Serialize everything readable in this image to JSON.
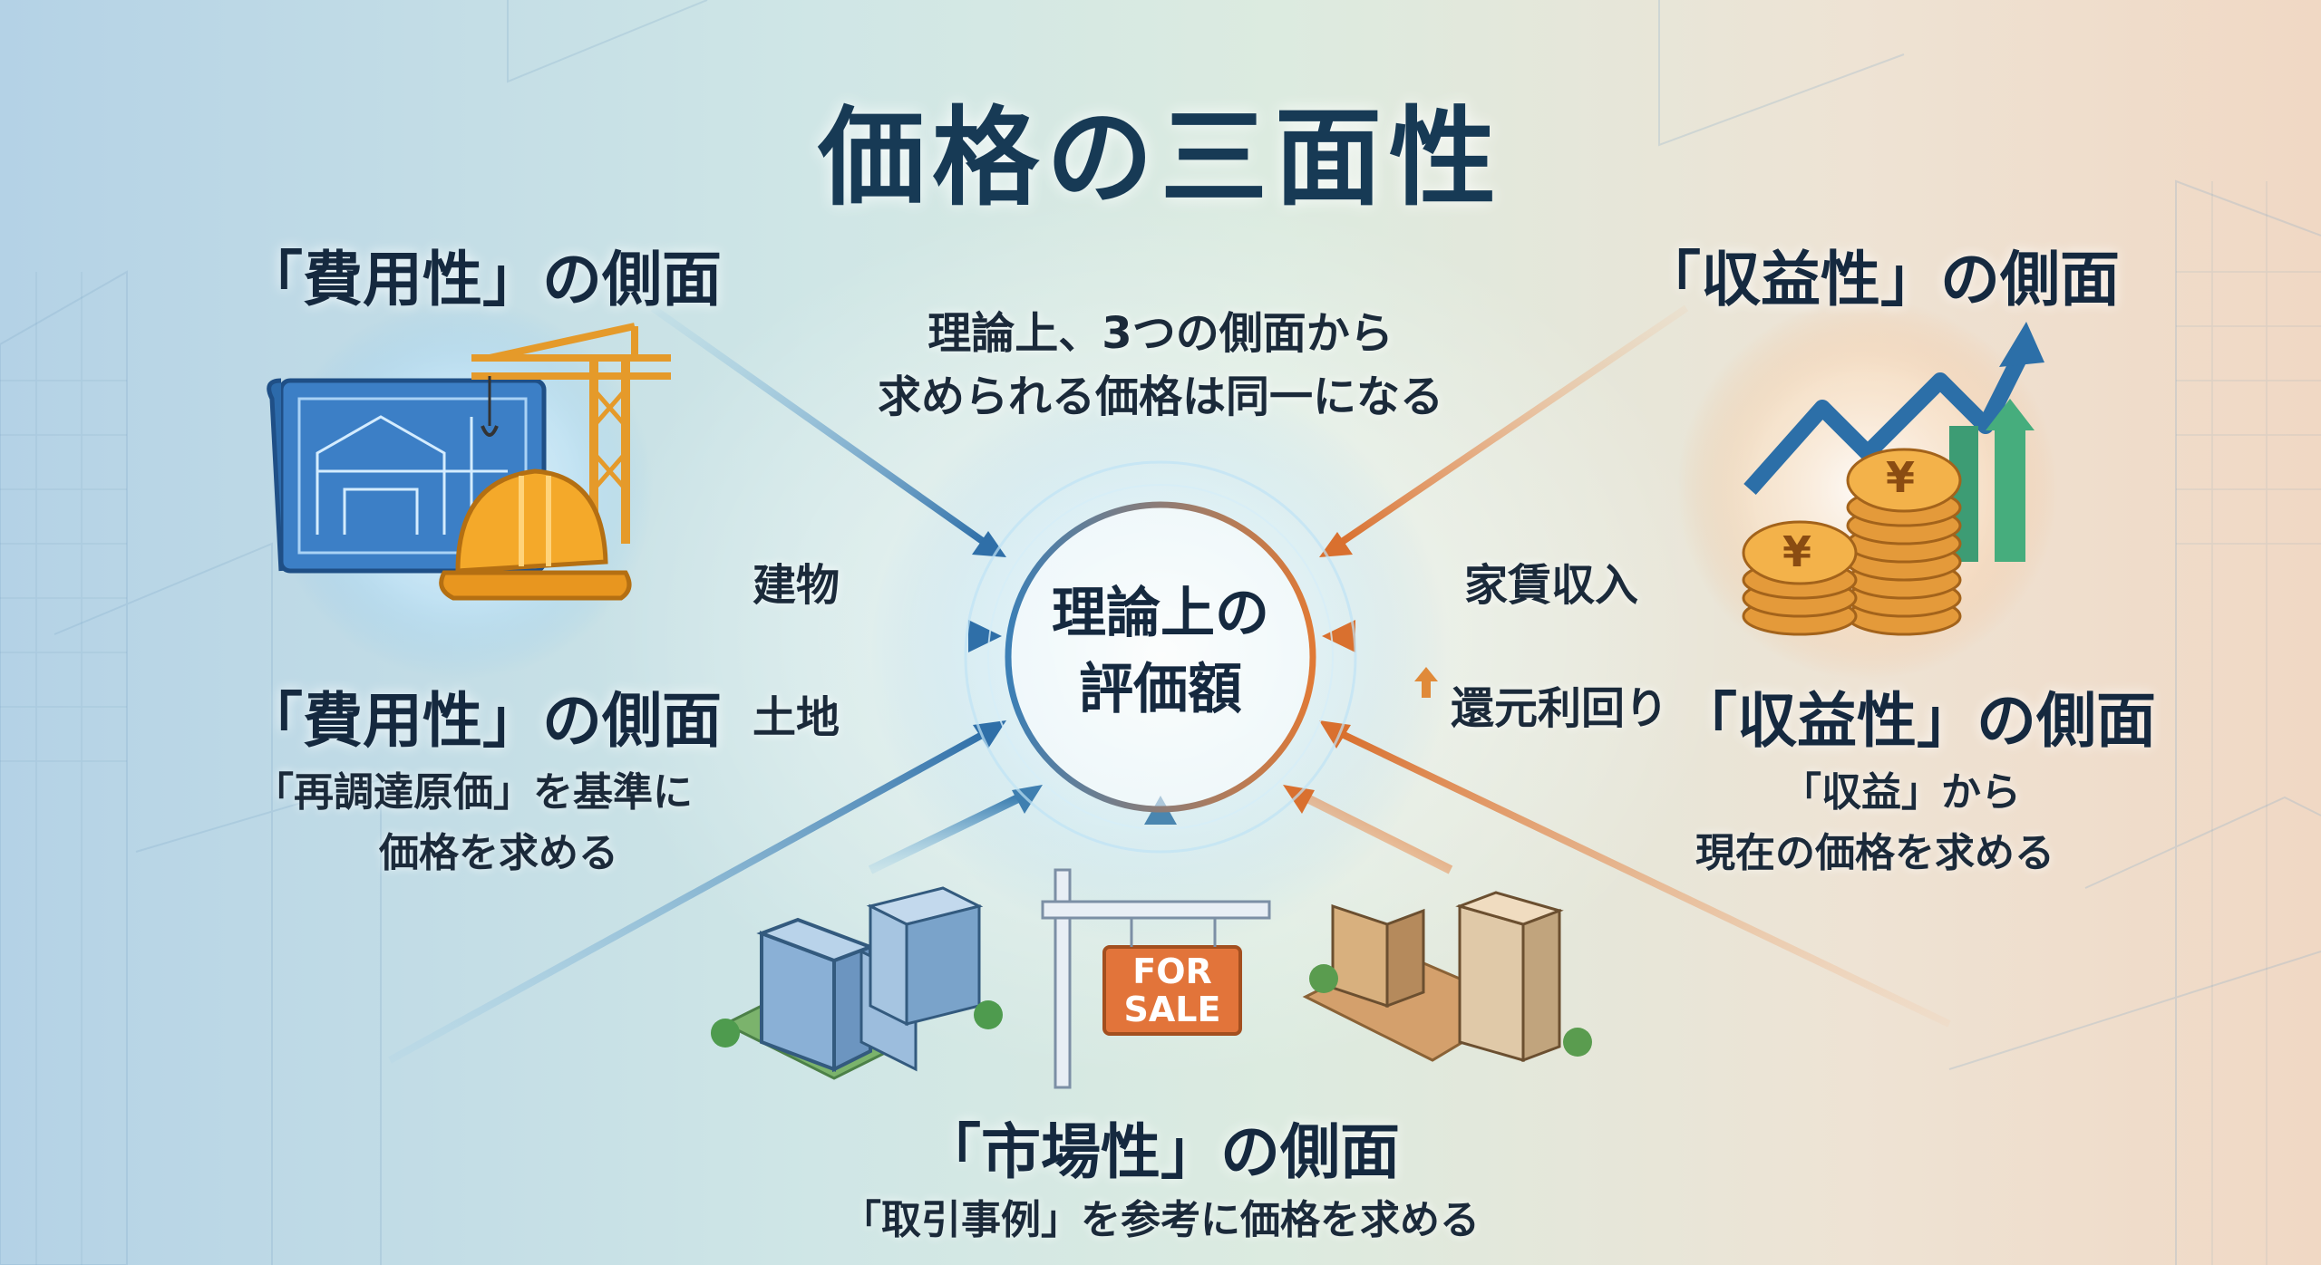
{
  "title": "価格の三面性",
  "cost_side": {
    "heading_top": "「費用性」の側面",
    "heading_bottom": "「費用性」の側面",
    "desc_line1": "「再調達原価」を基準に",
    "desc_line2": "価格を求める",
    "input_building": "建物",
    "input_land": "土地",
    "color": "#2f6fa8"
  },
  "center_note": {
    "line1": "理論上、3つの側面から",
    "line2": "求められる価格は同一になる"
  },
  "center_circle": {
    "line1": "理論上の",
    "line2": "評価額"
  },
  "income_side": {
    "heading_top": "「収益性」の側面",
    "heading_bottom": "「収益性」の側面",
    "desc_line1": "「収益」から",
    "desc_line2": "現在の価格を求める",
    "input_rent": "家賃収入",
    "input_cap_rate": "還元利回り",
    "coin_symbol": "¥",
    "color": "#e0803a"
  },
  "market_side": {
    "heading": "「市場性」の側面",
    "desc": "「取引事例」を参考に価格を求める",
    "sign_line1": "FOR",
    "sign_line2": "SALE",
    "color": "#4a8ab0"
  },
  "icons": {
    "cost": [
      "blueprint-icon",
      "crane-icon",
      "hard-hat-icon"
    ],
    "income": [
      "growth-chart-icon",
      "yen-coins-icon"
    ],
    "market": [
      "apartment-building-icon",
      "for-sale-sign-icon"
    ]
  }
}
